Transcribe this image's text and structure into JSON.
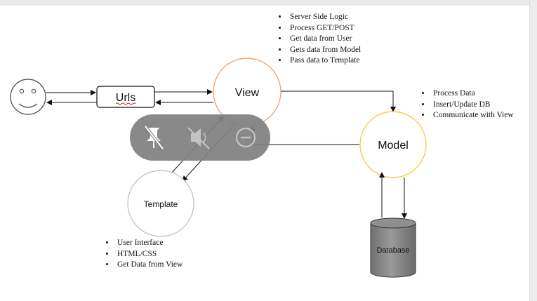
{
  "diagram": {
    "urls_label": "Urls",
    "view_label": "View",
    "model_label": "Model",
    "template_label": "Template",
    "database_label": "Database"
  },
  "notes": {
    "view": [
      "Server Side Logic",
      "Process GET/POST",
      "Get data from User",
      "Gets data from Model",
      "Pass data to Template"
    ],
    "model": [
      "Process Data",
      "Insert/Update DB",
      "Communicate with View"
    ],
    "template": [
      "User Interface",
      "HTML/CSS",
      "Get Data from View"
    ]
  },
  "toolbar": {
    "icons": [
      "unpin-icon",
      "mute-icon",
      "minus-circle-icon"
    ]
  },
  "colors": {
    "view_circle": "#e8a878",
    "model_circle": "#f2cf4a",
    "template_circle": "#bcbcbc",
    "toolbar": "#808080",
    "urls_underline": "#d02020"
  }
}
